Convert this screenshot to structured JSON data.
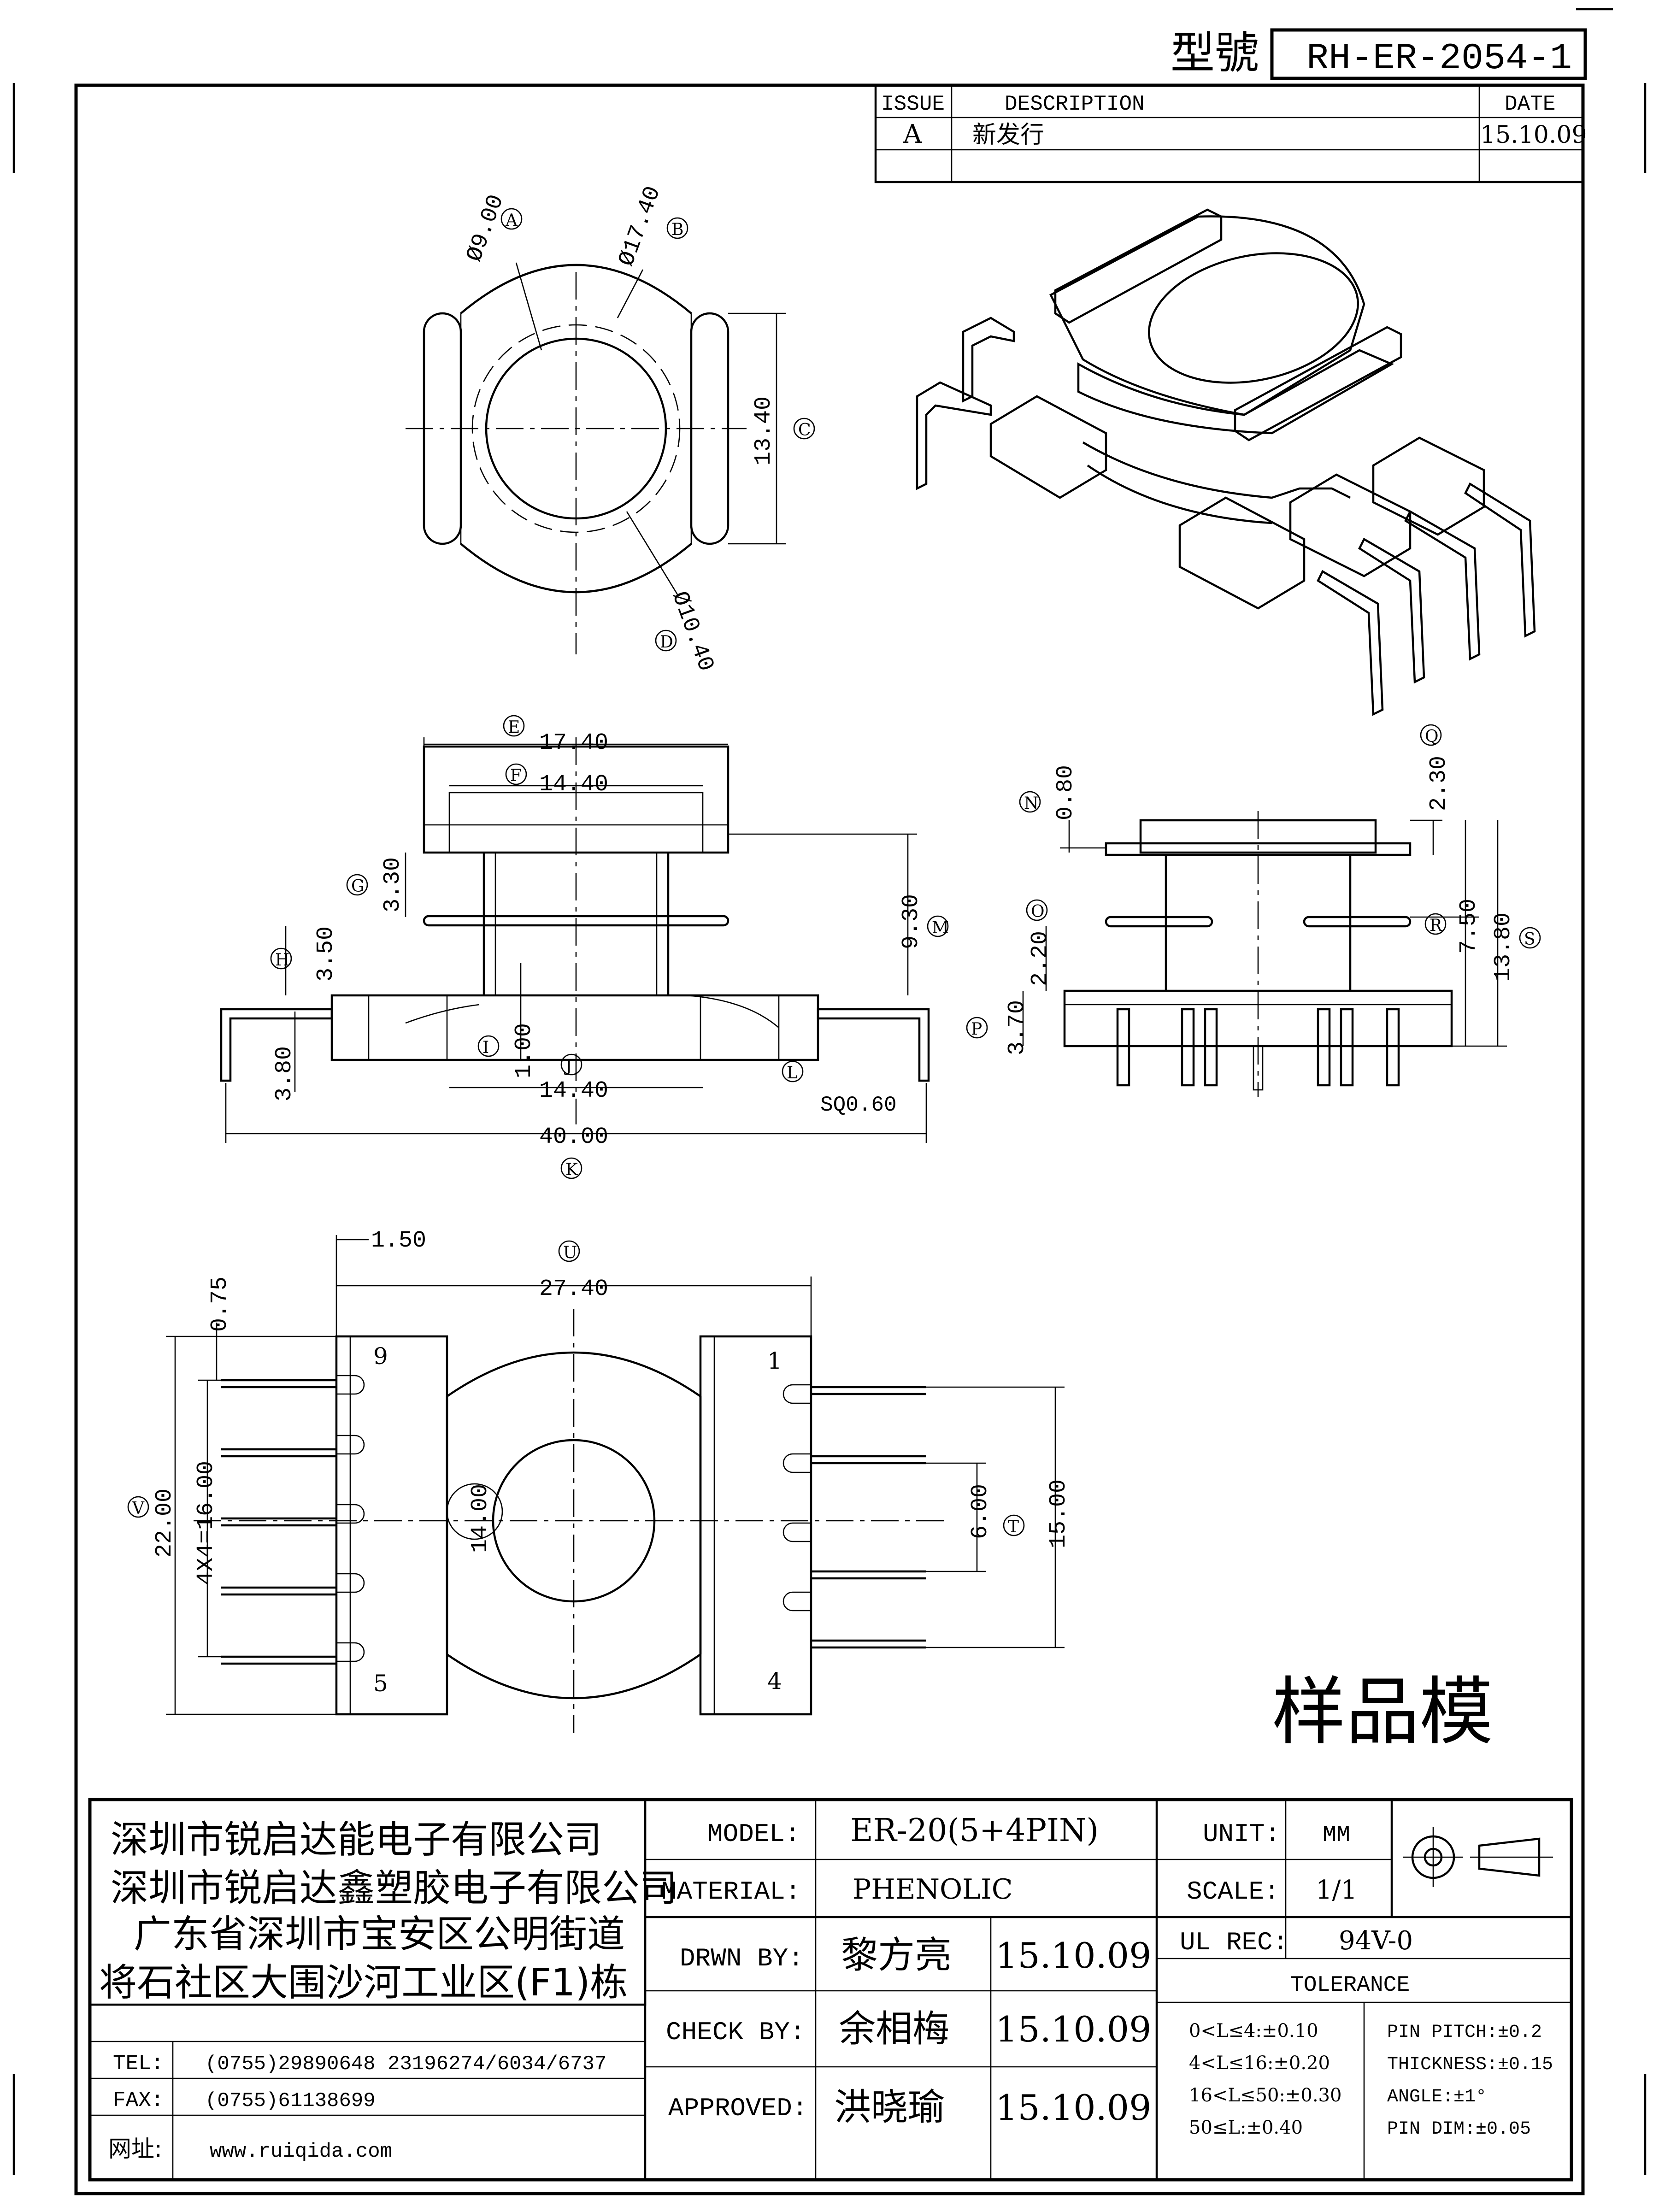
{
  "header": {
    "model_label": "型號",
    "model_number": "RH-ER-2054-1"
  },
  "revision_table": {
    "col_issue": "ISSUE",
    "col_description": "DESCRIPTION",
    "col_date": "DATE",
    "rows": [
      {
        "issue": "A",
        "description": "新发行",
        "date": "15.10.09"
      }
    ]
  },
  "stamp": "样品模",
  "dimensions": {
    "top_view": {
      "a_dia": "Ø9.00",
      "b_dia": "Ø17.40",
      "c_height": "13.40",
      "d_dia": "Ø10.40",
      "markers": [
        "A",
        "B",
        "C",
        "D"
      ]
    },
    "front_view": {
      "e_width": "17.40",
      "f_width": "14.40",
      "g_height": "3.30",
      "h_height": "3.50",
      "m_height": "9.30",
      "side_3_80": "3.80",
      "i_1_00": "1.00",
      "j_14_40": "14.40",
      "k_40_00": "40.00",
      "sq": "SQ0.60",
      "markers": [
        "E",
        "F",
        "G",
        "H",
        "I",
        "J",
        "K",
        "L",
        "M"
      ]
    },
    "side_view": {
      "n_0_80": "0.80",
      "o_2_20": "2.20",
      "p_3_70": "3.70",
      "q_2_30": "2.30",
      "r_7_50": "7.50",
      "s_13_80": "13.80",
      "markers": [
        "N",
        "O",
        "P",
        "Q",
        "R",
        "S"
      ]
    },
    "bottom_view": {
      "d_1_50": "1.50",
      "d_0_75": "0.75",
      "u_27_40": "27.40",
      "v_22_00": "22.00",
      "pitch": "4X4=16.00",
      "center_14_00": "14.00",
      "t_6_00": "6.00",
      "d_15_00": "15.00",
      "pin_labels": [
        "9",
        "5",
        "1",
        "4"
      ],
      "markers": [
        "U",
        "V",
        "T"
      ]
    }
  },
  "company": {
    "lines": [
      "深圳市锐启达能电子有限公司",
      "深圳市锐启达鑫塑胶电子有限公司",
      "广东省深圳市宝安区公明街道",
      "将石社区大围沙河工业区(F1)栋"
    ],
    "tel_label": "TEL:",
    "tel": "(0755)29890648  23196274/6034/6737",
    "fax_label": "FAX:",
    "fax": "(0755)61138699",
    "web_label": "网址:",
    "web": "www.ruiqida.com"
  },
  "title_block": {
    "model_label": "MODEL:",
    "model": "ER-20(5+4PIN)",
    "material_label": "MATERIAL:",
    "material": "PHENOLIC",
    "drawn_label": "DRWN BY:",
    "drawn_name": "黎方亮",
    "drawn_date": "15.10.09",
    "check_label": "CHECK BY:",
    "check_name": "余相梅",
    "check_date": "15.10.09",
    "approved_label": "APPROVED:",
    "approved_name": "洪晓瑜",
    "approved_date": "15.10.09",
    "unit_label": "UNIT:",
    "unit": "MM",
    "scale_label": "SCALE:",
    "scale": "1/1",
    "ul_label": "UL REC:",
    "ul": "94V-0",
    "tolerance_label": "TOLERANCE",
    "tol_left": [
      "0<L≤4:±0.10",
      "4<L≤16:±0.20",
      "16<L≤50:±0.30",
      "50≤L:±0.40"
    ],
    "tol_right": [
      "PIN PITCH:±0.2",
      "THICKNESS:±0.15",
      "ANGLE:±1°",
      "PIN DIM:±0.05"
    ]
  }
}
